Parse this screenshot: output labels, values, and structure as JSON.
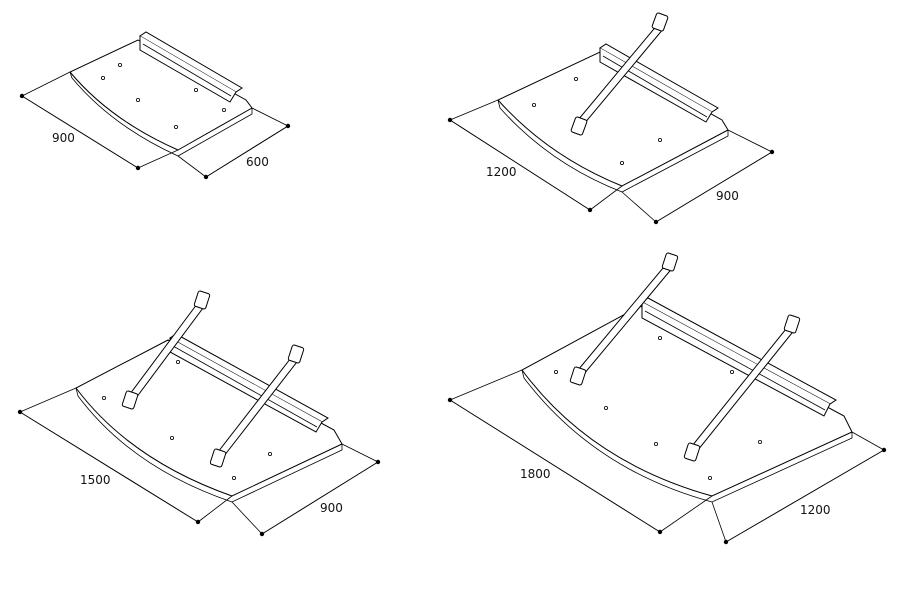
{
  "diagrams": [
    {
      "id": "canopy-900x600",
      "width_label": "900",
      "depth_label": "600"
    },
    {
      "id": "canopy-1200x900",
      "width_label": "1200",
      "depth_label": "900"
    },
    {
      "id": "canopy-1500x900",
      "width_label": "1500",
      "depth_label": "900"
    },
    {
      "id": "canopy-1800x1200",
      "width_label": "1800",
      "depth_label": "1200"
    }
  ]
}
